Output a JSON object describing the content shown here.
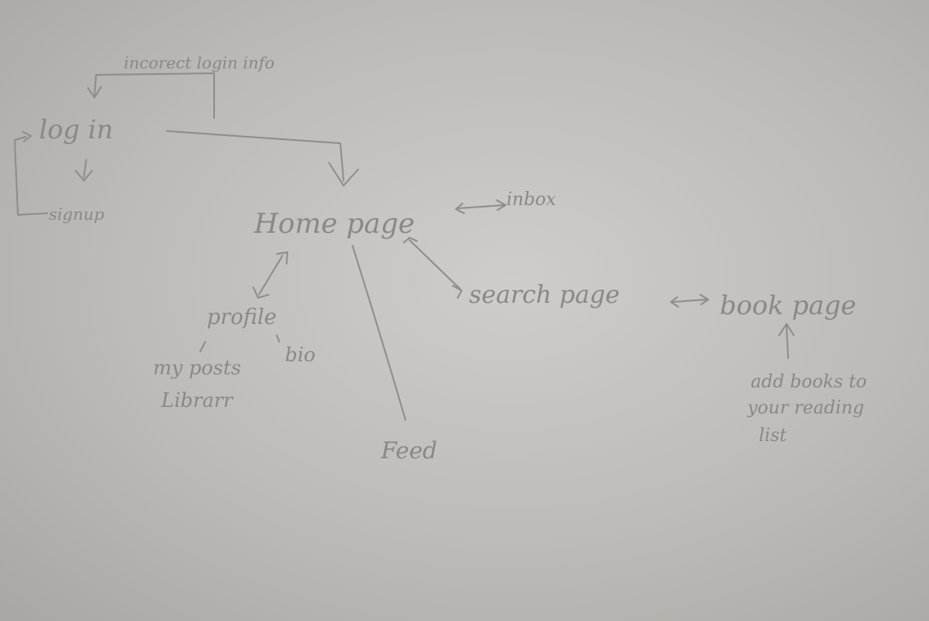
{
  "nodes": {
    "login": "log in",
    "incorrect": "incorect login info",
    "signup": "signup",
    "home": "Home page",
    "inbox": "inbox",
    "profile": "profile",
    "my_posts": "my posts",
    "library": "Librarr",
    "bio": "bio",
    "feed": "Feed",
    "search": "search page",
    "book": "book page",
    "reading_line1": "add books to",
    "reading_line2": "your reading",
    "reading_line3": "list"
  },
  "colors": {
    "paper": "#c4c2bf",
    "ink": "#8a8886"
  }
}
